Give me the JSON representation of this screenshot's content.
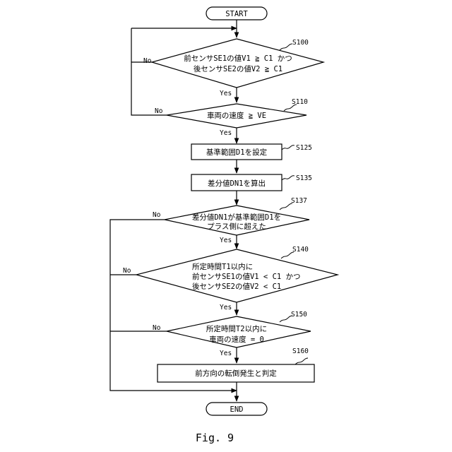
{
  "start": "START",
  "end": "END",
  "steps": {
    "s100": {
      "label": "S100",
      "lines": [
        "前センサSE1の値V1 ≧ C1 かつ",
        "後センサSE2の値V2 ≧ C1"
      ]
    },
    "s110": {
      "label": "S110",
      "lines": [
        "車両の速度 ≧ VE"
      ]
    },
    "s125": {
      "label": "S125",
      "lines": [
        "基準範囲D1を設定"
      ]
    },
    "s135": {
      "label": "S135",
      "lines": [
        "差分値DN1を算出"
      ]
    },
    "s137": {
      "label": "S137",
      "lines": [
        "差分値DN1が基準範囲D1を",
        "プラス側に超えた"
      ]
    },
    "s140": {
      "label": "S140",
      "lines": [
        "所定時間T1以内に",
        "前センサSE1の値V1 < C1 かつ",
        "後センサSE2の値V2 < C1"
      ]
    },
    "s150": {
      "label": "S150",
      "lines": [
        "所定時間T2以内に",
        "車両の速度 = 0"
      ]
    },
    "s160": {
      "label": "S160",
      "lines": [
        "前方向の転倒発生と判定"
      ]
    }
  },
  "branches": {
    "yes": "Yes",
    "no": "No"
  },
  "caption": "Fig. 9"
}
